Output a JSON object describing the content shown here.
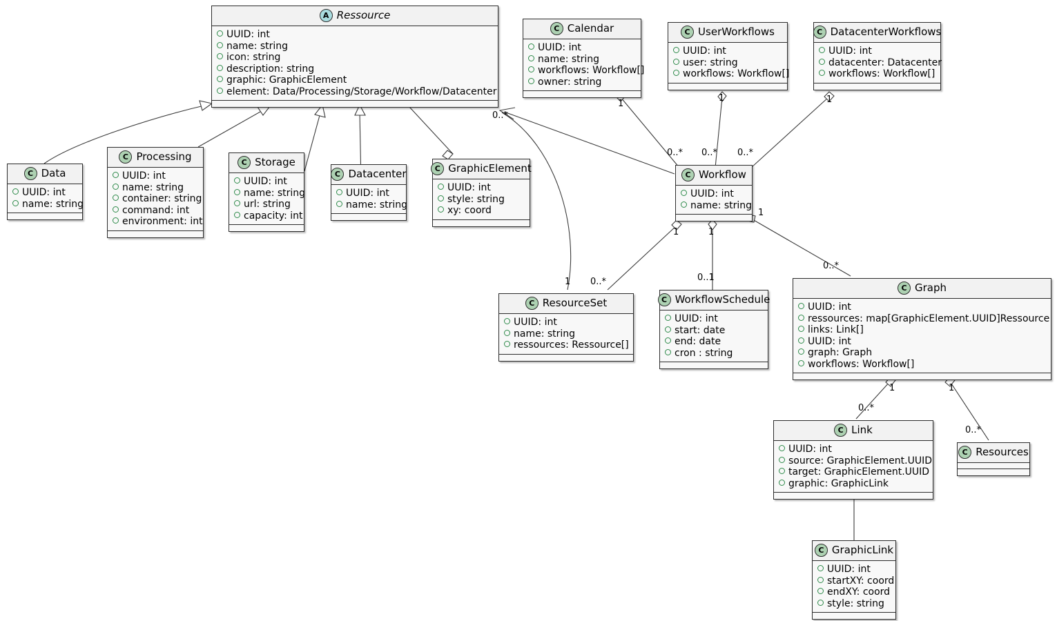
{
  "diagram": {
    "kind": "uml-class-diagram",
    "stereotype_class": "C",
    "stereotype_abstract": "A",
    "colors": {
      "class_fill": "#f8f8f8",
      "header_fill": "#f2f2f2",
      "border": "#2b2b2b",
      "stereotype_class_fill": "#add1b2",
      "stereotype_abstract_fill": "#a9dcdf",
      "visibility_marker": "#2d8a49",
      "edge": "#3a3a3a"
    }
  },
  "classes": [
    {
      "id": "ressource",
      "name": "Ressource",
      "stereotype": "A",
      "abstract": true,
      "attributes": [
        "UUID: int",
        "name: string",
        "icon: string",
        "description: string",
        "graphic: GraphicElement",
        "element: Data/Processing/Storage/Workflow/Datacenter"
      ]
    },
    {
      "id": "calendar",
      "name": "Calendar",
      "stereotype": "C",
      "abstract": false,
      "attributes": [
        "UUID: int",
        "name: string",
        "workflows: Workflow[]",
        "owner: string"
      ]
    },
    {
      "id": "userworkflows",
      "name": "UserWorkflows",
      "stereotype": "C",
      "abstract": false,
      "attributes": [
        "UUID: int",
        "user: string",
        "workflows: Workflow[]"
      ]
    },
    {
      "id": "datacenterworkflows",
      "name": "DatacenterWorkflows",
      "stereotype": "C",
      "abstract": false,
      "attributes": [
        "UUID: int",
        "datacenter: Datacenter",
        "workflows: Workflow[]"
      ]
    },
    {
      "id": "data",
      "name": "Data",
      "stereotype": "C",
      "abstract": false,
      "attributes": [
        "UUID: int",
        "name: string"
      ]
    },
    {
      "id": "processing",
      "name": "Processing",
      "stereotype": "C",
      "abstract": false,
      "attributes": [
        "UUID: int",
        "name: string",
        "container: string",
        "command: int",
        "environment: int"
      ]
    },
    {
      "id": "storage",
      "name": "Storage",
      "stereotype": "C",
      "abstract": false,
      "attributes": [
        "UUID: int",
        "name: string",
        "url: string",
        "capacity: int"
      ]
    },
    {
      "id": "datacenter",
      "name": "Datacenter",
      "stereotype": "C",
      "abstract": false,
      "attributes": [
        "UUID: int",
        "name: string"
      ]
    },
    {
      "id": "graphicelement",
      "name": "GraphicElement",
      "stereotype": "C",
      "abstract": false,
      "attributes": [
        "UUID: int",
        "style: string",
        "xy: coord"
      ]
    },
    {
      "id": "workflow",
      "name": "Workflow",
      "stereotype": "C",
      "abstract": false,
      "attributes": [
        "UUID: int",
        "name: string"
      ]
    },
    {
      "id": "resourceset",
      "name": "ResourceSet",
      "stereotype": "C",
      "abstract": false,
      "attributes": [
        "UUID: int",
        "name: string",
        "ressources: Ressource[]"
      ]
    },
    {
      "id": "workflowschedule",
      "name": "WorkflowSchedule",
      "stereotype": "C",
      "abstract": false,
      "attributes": [
        "UUID: int",
        "start: date",
        "end: date",
        "cron : string"
      ]
    },
    {
      "id": "graph",
      "name": "Graph",
      "stereotype": "C",
      "abstract": false,
      "attributes": [
        "UUID: int",
        "ressources: map[GraphicElement.UUID]Ressource",
        "links: Link[]",
        "UUID: int",
        "graph: Graph",
        "workflows: Workflow[]"
      ]
    },
    {
      "id": "link",
      "name": "Link",
      "stereotype": "C",
      "abstract": false,
      "attributes": [
        "UUID: int",
        "source: GraphicElement.UUID",
        "target: GraphicElement.UUID",
        "graphic: GraphicLink"
      ]
    },
    {
      "id": "resources",
      "name": "Resources",
      "stereotype": "C",
      "abstract": false,
      "attributes": []
    },
    {
      "id": "graphiclink",
      "name": "GraphicLink",
      "stereotype": "C",
      "abstract": false,
      "attributes": [
        "UUID: int",
        "startXY: coord",
        "endXY: coord",
        "style: string"
      ]
    }
  ],
  "multiplicities": {
    "ressource_many": "0..*",
    "calendar_one": "1",
    "userworkflows_one": "1",
    "datacenterworkflows_one": "1",
    "workflow_from_calendar": "0..*",
    "workflow_from_user": "0..*",
    "workflow_from_datacenter": "0..*",
    "workflow_right_one": "1",
    "resourceset_one": "1",
    "resourceset_many": "0..*",
    "workflowschedule_zero_one": "0..1",
    "graph_many": "0..*",
    "graph_link_one": "1",
    "link_many": "0..*",
    "graph_resources_one": "1",
    "resources_many": "0..*",
    "workflow_resourceset_one": "1"
  }
}
